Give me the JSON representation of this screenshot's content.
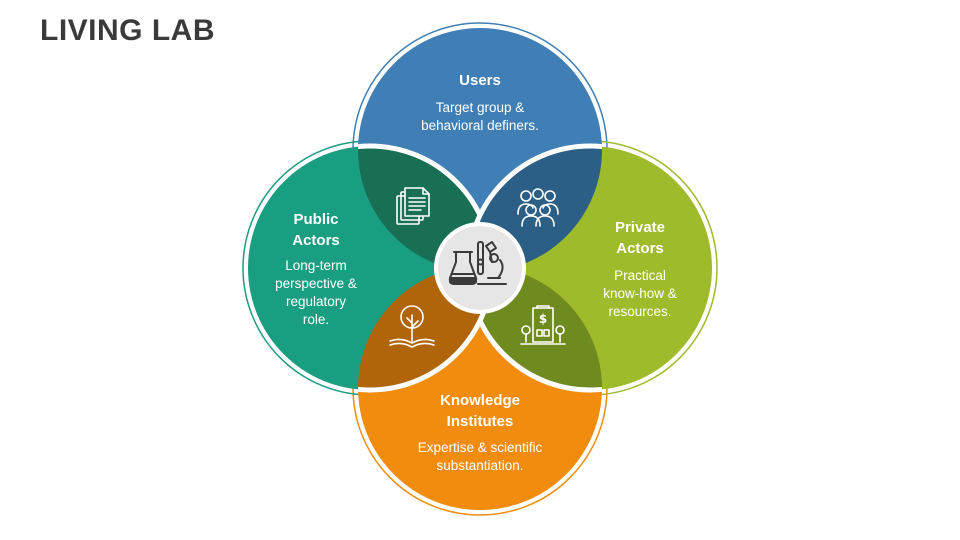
{
  "title": "LIVING LAB",
  "colors": {
    "users": "#3f7fb5",
    "private": "#9dbb2a",
    "knowledge": "#f28c0f",
    "public": "#1a9e81",
    "users_public": "#196e56",
    "users_private": "#2c5f85",
    "private_knowledge": "#6f8b20",
    "knowledge_public": "#b1650a",
    "center": "#e6e6e6"
  },
  "petals": {
    "users": {
      "title": "Users",
      "body": [
        "Target group &",
        "behavioral definers."
      ]
    },
    "private": {
      "title": [
        "Private",
        "Actors"
      ],
      "body": [
        "Practical",
        "know-how &",
        "resources."
      ]
    },
    "knowledge": {
      "title": [
        "Knowledge",
        "Institutes"
      ],
      "body": [
        "Expertise & scientific",
        "substantiation."
      ]
    },
    "public": {
      "title": [
        "Public",
        "Actors"
      ],
      "body": [
        "Long-term",
        "perspective &",
        "regulatory",
        "role."
      ]
    }
  },
  "icons": {
    "center": "laboratory-microscope-icon",
    "users_public": "documents-icon",
    "users_private": "group-of-people-icon",
    "private_knowledge": "bank-building-icon",
    "knowledge_public": "tree-book-icon"
  }
}
